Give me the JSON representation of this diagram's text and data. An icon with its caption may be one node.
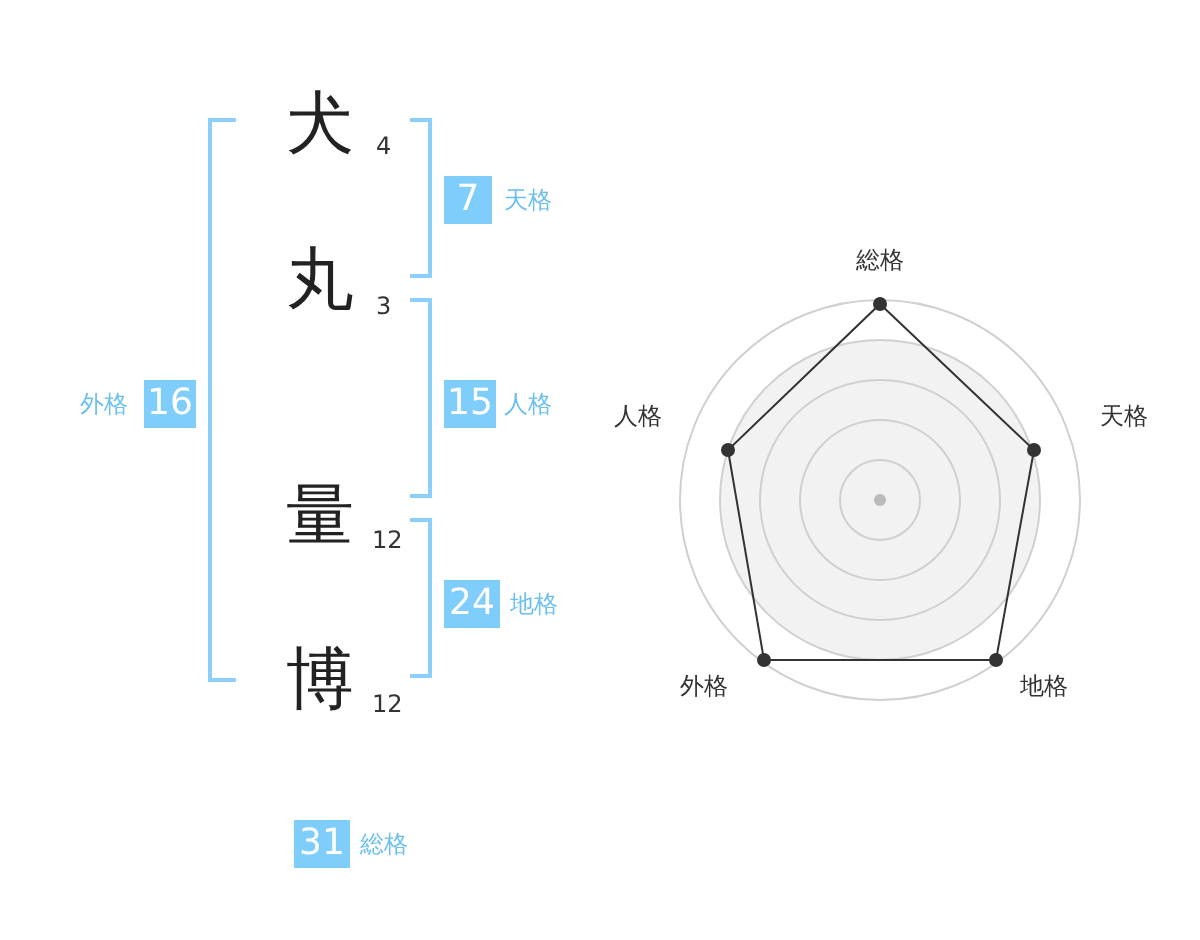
{
  "diagram": {
    "nodes": [
      {
        "text": [
          "7"
        ],
        "beside": [
          "天格"
        ]
      },
      {
        "text": [
          "16"
        ],
        "beside": [
          "外格"
        ]
      },
      {
        "text": [
          "15"
        ],
        "beside": [
          "人格"
        ]
      },
      {
        "text": [
          "24"
        ],
        "beside": [
          "地格"
        ]
      },
      {
        "text": [
          "31"
        ],
        "beside": [
          "総格"
        ]
      }
    ],
    "labels": [
      "犬",
      "4",
      "丸",
      "3",
      "量",
      "12",
      "博",
      "12",
      "総格",
      "人格",
      "天格",
      "外格",
      "地格"
    ]
  }
}
